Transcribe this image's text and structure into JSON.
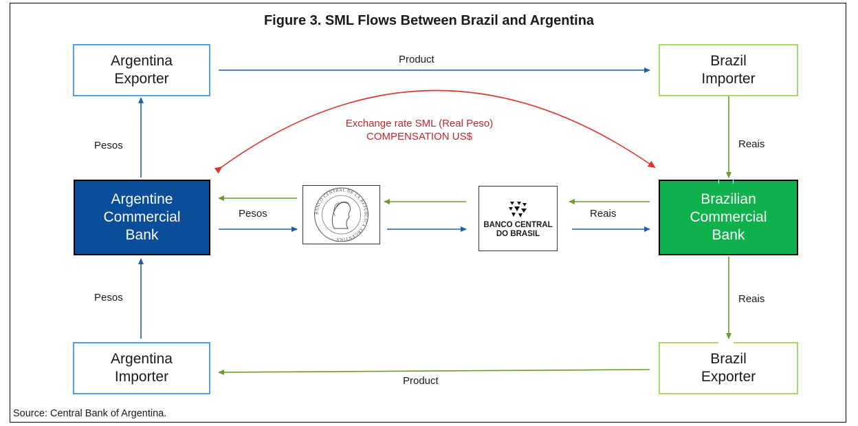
{
  "title": "Figure 3. SML Flows Between Brazil and Argentina",
  "source": "Source: Central Bank of Argentina.",
  "nodes": {
    "argentina_exporter": "Argentina\nExporter",
    "brazil_importer": "Brazil\nImporter",
    "argentine_bank": "Argentine\nCommercial\nBank",
    "brazilian_bank": "Brazilian\nCommercial\nBank",
    "argentina_importer": "Argentina\nImporter",
    "brazil_exporter": "Brazil\nExporter"
  },
  "labels": {
    "product_top": "Product",
    "product_bottom": "Product",
    "pesos_upper": "Pesos",
    "pesos_lower": "Pesos",
    "pesos_middle": "Pesos",
    "reais_upper": "Reais",
    "reais_lower": "Reais",
    "reais_middle": "Reais",
    "exchange_line1": "Exchange rate SML (Real Peso)",
    "exchange_line2": "COMPENSATION US$"
  },
  "logos": {
    "bcra_seal_text": "BANCO CENTRAL DE LA REPUBLICA ARGENTINA",
    "bcb_name_line1": "BANCO CENTRAL",
    "bcb_name_line2": "DO BRASIL"
  },
  "colors": {
    "blue_arrow": "#1f5fa8",
    "green_arrow": "#6b9a2e",
    "red_arrow": "#d7372f",
    "argentine_bank_fill": "#0a4e9a",
    "brazilian_bank_fill": "#0eb14c"
  }
}
